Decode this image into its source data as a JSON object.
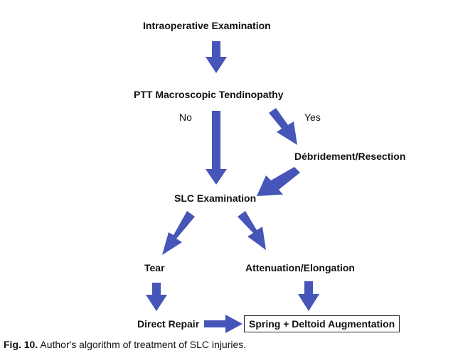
{
  "nodes": {
    "intraoperative": "Intraoperative Examination",
    "ptt": "PTT Macroscopic Tendinopathy",
    "debridement": "Débridement/Resection",
    "slc_exam": "SLC Examination",
    "tear": "Tear",
    "attenuation": "Attenuation/Elongation",
    "direct_repair": "Direct Repair",
    "spring_deltoid": "Spring + Deltoid Augmentation"
  },
  "branches": {
    "no": "No",
    "yes": "Yes"
  },
  "caption": {
    "label": "Fig. 10.",
    "text": "Author's algorithm of treatment of SLC injuries."
  },
  "colors": {
    "arrow": "#4555b8",
    "text": "#111111"
  }
}
